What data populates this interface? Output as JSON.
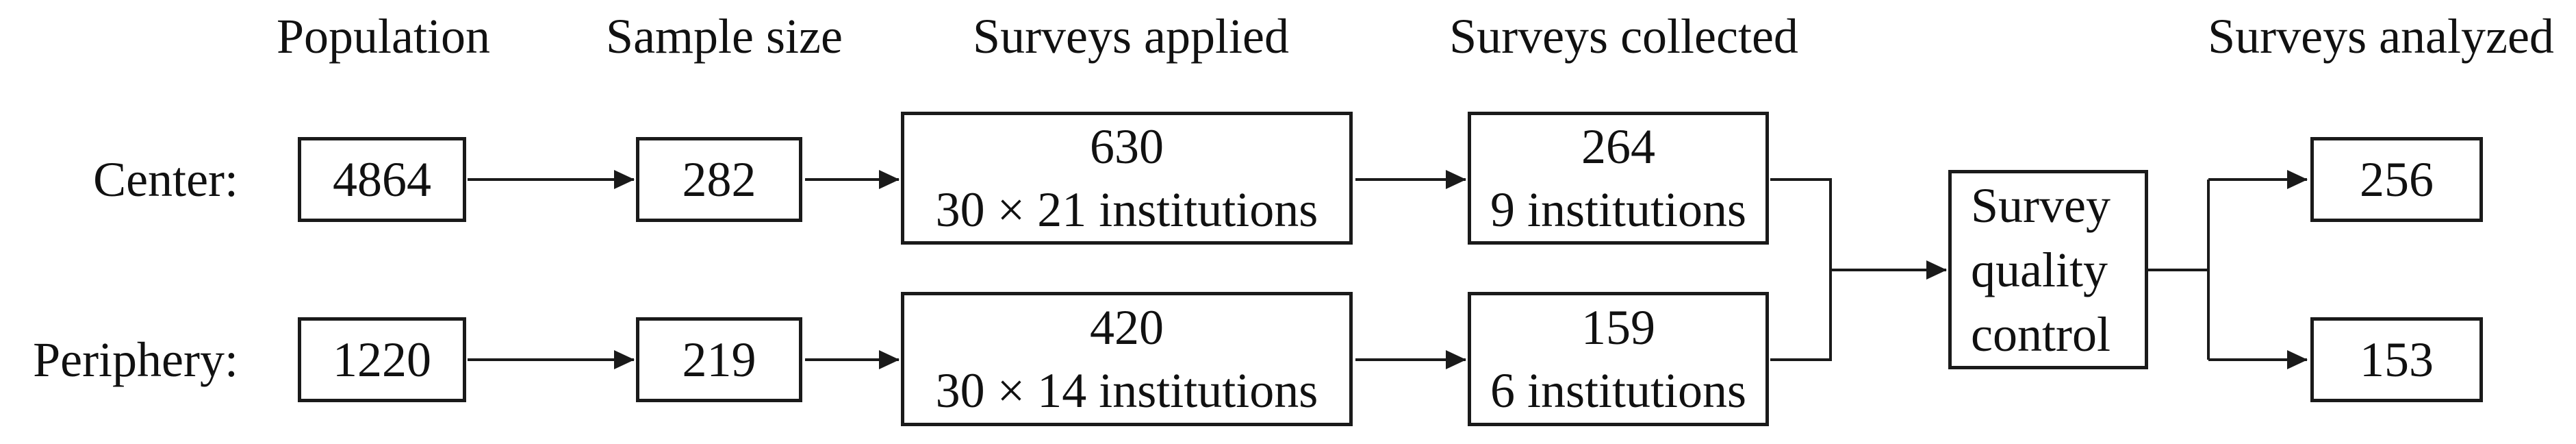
{
  "diagram": {
    "column_headers": [
      "Population",
      "Sample size",
      "Surveys applied",
      "Surveys collected",
      "Surveys analyzed"
    ],
    "rows": {
      "center": {
        "label": "Center:",
        "population": "4864",
        "sample_size": "282",
        "surveys_applied": {
          "value": "630",
          "detail": "30 × 21 institutions"
        },
        "surveys_collected": {
          "value": "264",
          "detail": "9 institutions"
        },
        "surveys_analyzed": "256"
      },
      "periphery": {
        "label": "Periphery:",
        "population": "1220",
        "sample_size": "219",
        "surveys_applied": {
          "value": "420",
          "detail": "30 × 14 institutions"
        },
        "surveys_collected": {
          "value": "159",
          "detail": "6 institutions"
        },
        "surveys_analyzed": "153"
      }
    },
    "quality_control": {
      "lines": [
        "Survey",
        "quality",
        "control"
      ]
    },
    "colors": {
      "line": "#1a1a1a",
      "text": "#111111",
      "background": "#ffffff"
    }
  }
}
